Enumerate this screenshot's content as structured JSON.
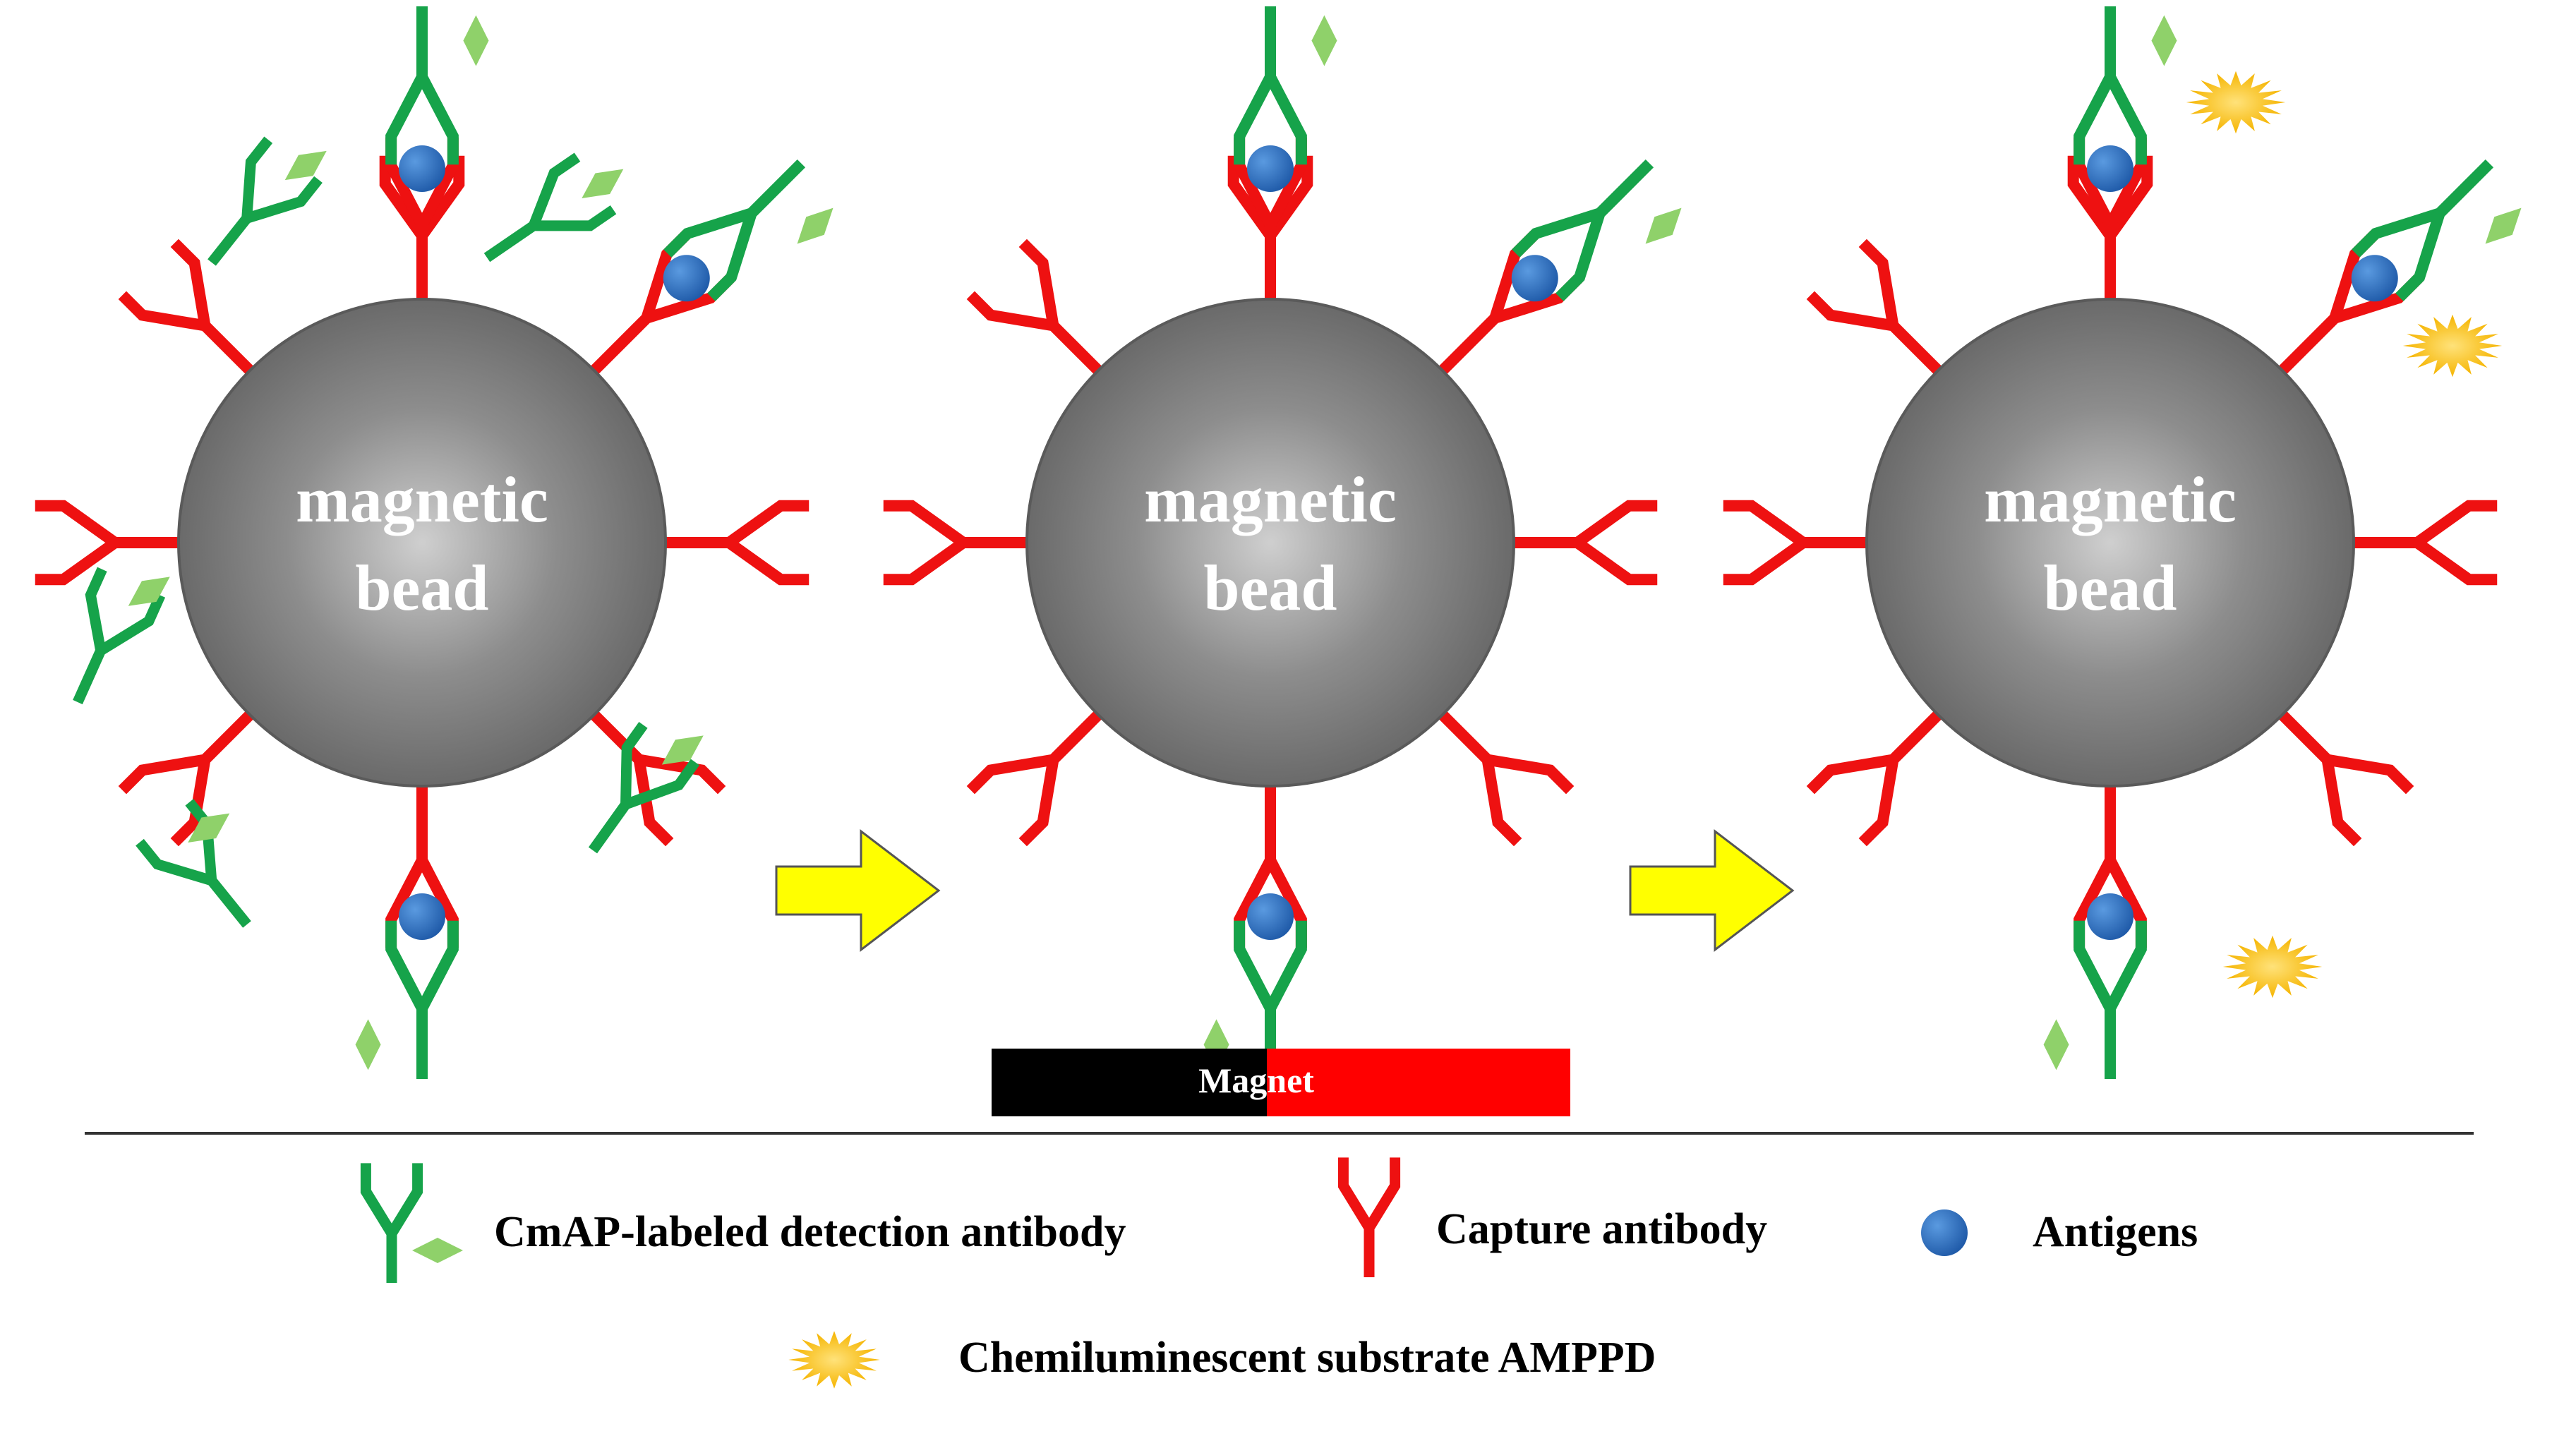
{
  "panels": [
    {
      "bead_label_line1": "magnetic",
      "bead_label_line2": "bead"
    },
    {
      "bead_label_line1": "magnetic",
      "bead_label_line2": "bead"
    },
    {
      "bead_label_line1": "magnetic",
      "bead_label_line2": "bead"
    }
  ],
  "magnet": {
    "label": "Magnet"
  },
  "legend": {
    "detection_antibody": "CmAP-labeled detection antibody",
    "capture_antibody": "Capture antibody",
    "antigens": "Antigens",
    "substrate": "Chemiluminescent substrate AMPPD"
  },
  "colors": {
    "capture": "#ee1111",
    "detection": "#16a34a",
    "label_tag": "#8fd16a",
    "antigen": "#2f6fc0",
    "arrow": "#ffff00",
    "burst": "#ffc20e",
    "bead": "#7a7a7a",
    "magnet_north": "#000000",
    "magnet_south": "#ff0000"
  }
}
